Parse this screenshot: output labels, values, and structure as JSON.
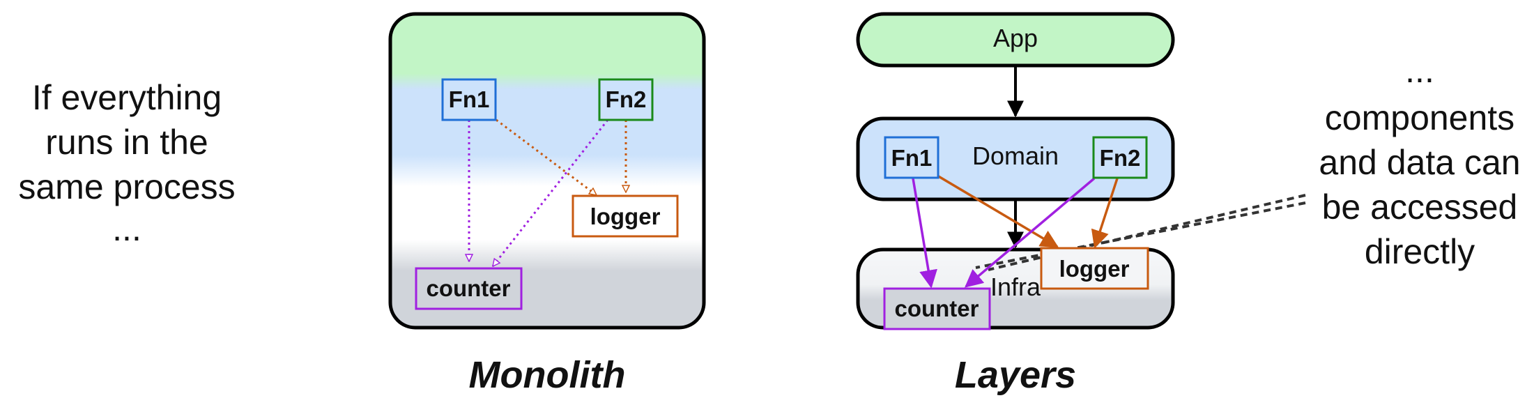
{
  "left_text": {
    "lines": [
      "If everything",
      "runs in the",
      "same process",
      "..."
    ]
  },
  "right_text": {
    "lines": [
      "...",
      "components",
      "and data can",
      "be accessed",
      "directly"
    ]
  },
  "monolith": {
    "caption": "Monolith",
    "nodes": {
      "fn1": "Fn1",
      "fn2": "Fn2",
      "logger": "logger",
      "counter": "counter"
    }
  },
  "layers": {
    "caption": "Layers",
    "app_label": "App",
    "domain_label": "Domain",
    "infra_label": "Infra",
    "nodes": {
      "fn1": "Fn1",
      "fn2": "Fn2",
      "logger": "logger",
      "counter": "counter"
    }
  },
  "colors": {
    "fn1": "#1f6fd6",
    "fn2": "#1a8a1a",
    "logger": "#c85a10",
    "counter": "#a020e0",
    "app_fill": "#c2f5c6",
    "domain_fill": "#cce2fb",
    "infra_fill": "#d0d4da"
  }
}
